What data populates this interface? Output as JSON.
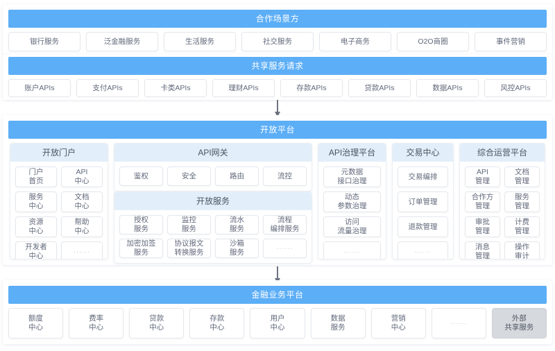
{
  "theme": {
    "band_blue": "#5CAEF6",
    "subhead_blue": "#E2EFFA",
    "chip_border": "#E4E7EB",
    "gray_chip": "#D6D9DD",
    "text": "#60687a"
  },
  "sections": {
    "partner": {
      "title": "合作场景方",
      "items": [
        "银行服务",
        "泛金融服务",
        "生活服务",
        "社交服务",
        "电子商务",
        "O2O商圈",
        "事件营销"
      ]
    },
    "share_request": {
      "title": "共享服务请求",
      "items": [
        "账户APIs",
        "支付APIs",
        "卡类APIs",
        "理财APIs",
        "存款APIs",
        "贷款APIs",
        "数据APIs",
        "风控APIs"
      ]
    },
    "open_platform": {
      "title": "开放平台",
      "columns": {
        "portal": {
          "title": "开放门户",
          "items": [
            "门户\n首页",
            "API\n中心",
            "服务\n中心",
            "文档\n中心",
            "资源\n中心",
            "帮助\n中心",
            "开发者\n中心",
            "······"
          ]
        },
        "gateway": {
          "title": "API网关",
          "items": [
            "鉴权",
            "安全",
            "路由",
            "流控"
          ]
        },
        "open_service": {
          "title": "开放服务",
          "items": [
            "授权\n服务",
            "监控\n服务",
            "流水\n服务",
            "流程\n编排服务",
            "加密加签\n服务",
            "协议报文\n转换服务",
            "沙箱\n服务",
            "······"
          ]
        },
        "api_governance": {
          "title": "API治理平台",
          "items": [
            "元数据\n接口治理",
            "动态\n参数治理",
            "访问\n流量治理",
            "······"
          ]
        },
        "trade_center": {
          "title": "交易中心",
          "items": [
            "交易编排",
            "订单管理",
            "退款管理",
            "······"
          ]
        },
        "operation": {
          "title": "综合运营平台",
          "items": [
            "API\n管理",
            "文档\n管理",
            "合作方\n管理",
            "服务\n管理",
            "审批\n管理",
            "计费\n管理",
            "消息\n管理",
            "操作\n审计"
          ]
        }
      }
    },
    "finance": {
      "title": "金融业务平台",
      "items": [
        {
          "label": "额度\n中心",
          "style": "normal"
        },
        {
          "label": "费率\n中心",
          "style": "normal"
        },
        {
          "label": "贷款\n中心",
          "style": "normal"
        },
        {
          "label": "存款\n中心",
          "style": "normal"
        },
        {
          "label": "用户\n中心",
          "style": "normal"
        },
        {
          "label": "数据\n服务",
          "style": "normal"
        },
        {
          "label": "营销\n中心",
          "style": "normal"
        },
        {
          "label": "······",
          "style": "dots"
        },
        {
          "label": "外部\n共享服务",
          "style": "gray"
        }
      ]
    }
  }
}
